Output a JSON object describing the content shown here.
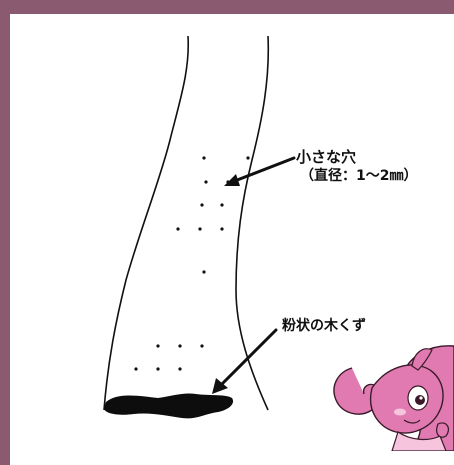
{
  "labels": {
    "holes_title": "小さな穴",
    "holes_detail": "（直径：1〜2㎜）",
    "frass": "粉状の木くず"
  },
  "colors": {
    "border": "#8a5a70",
    "background": "#ffffff",
    "ink": "#111111",
    "mascot_pink": "#e07ab0",
    "mascot_light": "#f6c4dc"
  },
  "icons": [
    "squirrel-mascot-icon"
  ]
}
